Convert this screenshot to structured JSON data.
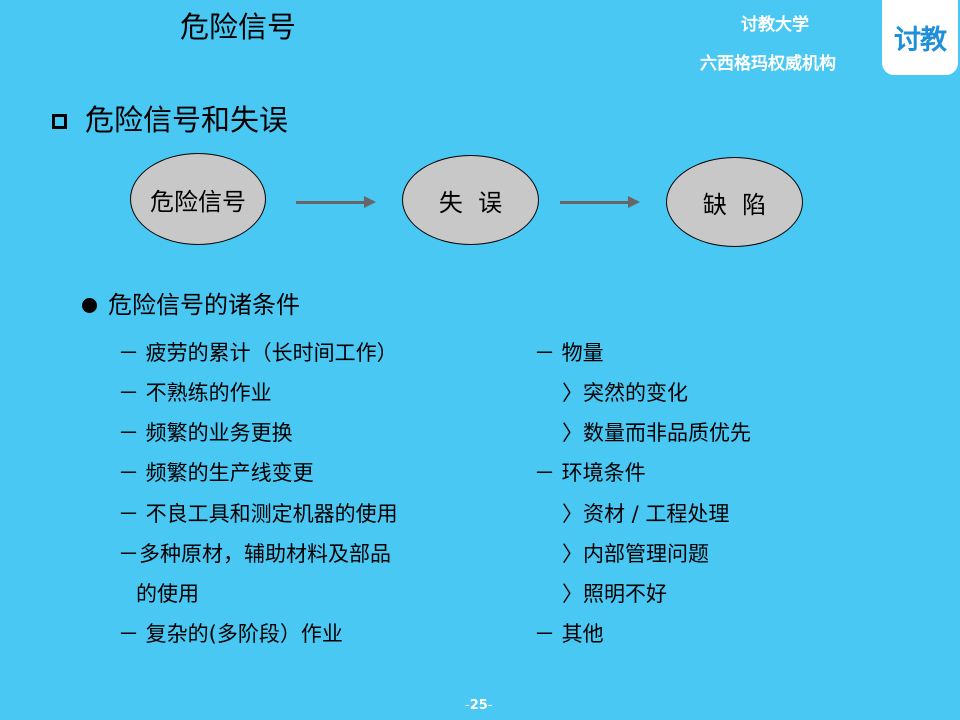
{
  "header": {
    "title": "危险信号",
    "brand_line1": "讨教大学",
    "brand_line2": "六西格玛权威机构",
    "logo_text": "讨教"
  },
  "section": {
    "heading": "危险信号和失误"
  },
  "flow": {
    "nodes": [
      "危险信号",
      "失  误",
      "缺  陷"
    ]
  },
  "subsection": {
    "heading": "危险信号的诸条件"
  },
  "left_items": [
    "－ 疲劳的累计（长时间工作）",
    "－ 不熟练的作业",
    "－ 频繁的业务更换",
    "－ 频繁的生产线变更",
    "－ 不良工具和测定机器的使用",
    "－多种原材，辅助材料及部品",
    "的使用",
    "－ 复杂的(多阶段）作业"
  ],
  "right_items": [
    "－ 物量",
    "〉突然的变化",
    "〉数量而非品质优先",
    "－ 环境条件",
    "〉资材 / 工程处理",
    "〉内部管理问题",
    "〉照明不好",
    "－ 其他"
  ],
  "footer": {
    "page_number": "25",
    "dash_left": "-",
    "dash_right": "-"
  },
  "colors": {
    "background": "#4ac8f4",
    "ellipse_fill": "#c8c8c8",
    "arrow": "#666666",
    "page_number": "#ffffff",
    "logo_text": "#1e8fd8"
  }
}
